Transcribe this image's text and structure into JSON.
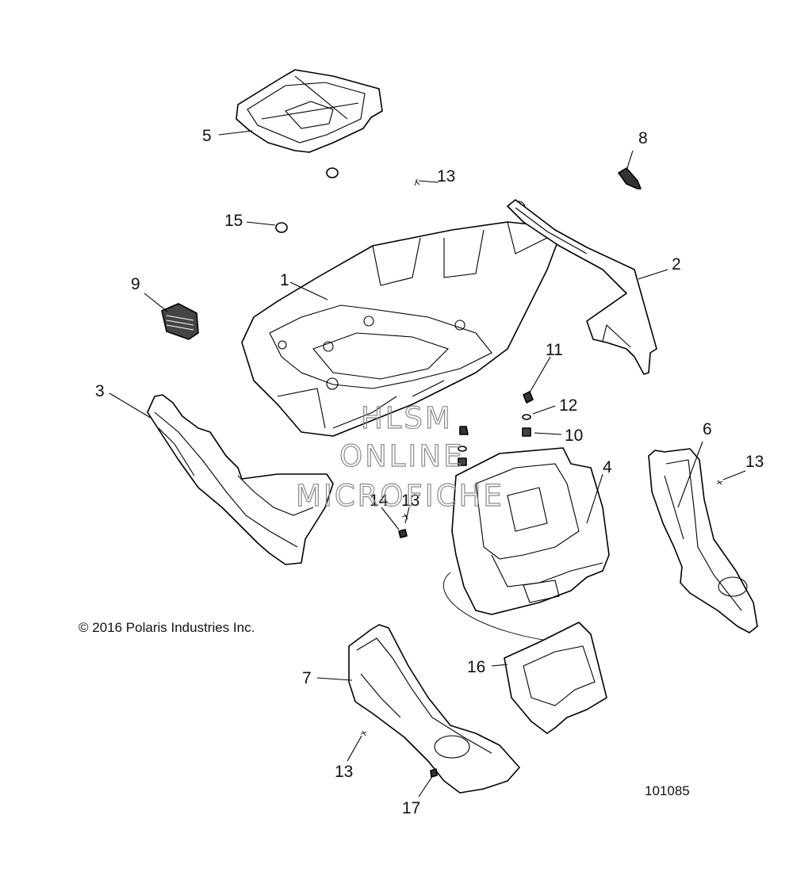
{
  "callouts": {
    "c1": "1",
    "c2": "2",
    "c3": "3",
    "c4": "4",
    "c5": "5",
    "c6": "6",
    "c7": "7",
    "c8": "8",
    "c9": "9",
    "c10": "10",
    "c11": "11",
    "c12": "12",
    "c13a": "13",
    "c13b": "13",
    "c13c": "13",
    "c13d": "13",
    "c14": "14",
    "c15": "15",
    "c16": "16",
    "c17": "17"
  },
  "copyright": "© 2016 Polaris Industries Inc.",
  "figure_number": "101085",
  "watermark": {
    "line1": "HLSM",
    "line2": "ONLINE",
    "line3": "MICROFICHE"
  },
  "colors": {
    "line": "#000000",
    "background": "#ffffff",
    "watermark": "#8a8a8a"
  }
}
